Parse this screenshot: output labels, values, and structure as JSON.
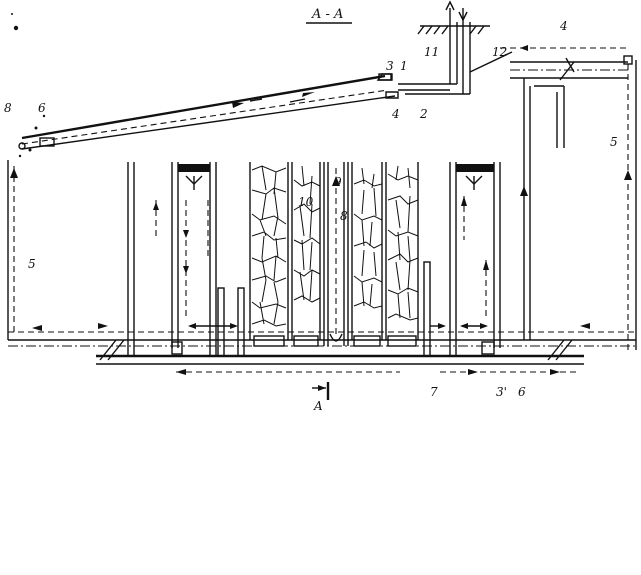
{
  "section_label": "A - A",
  "section_marker": "A",
  "labels": {
    "n1": "1",
    "n2": "2",
    "n3": "3",
    "n4": "4",
    "n11": "11",
    "n12": "12",
    "n4r": "4",
    "n5r": "5",
    "n5l": "5",
    "n6l": "6",
    "n8l": "8",
    "n9": "9",
    "n10": "10",
    "n8c": "8",
    "n7": "7",
    "n3b": "3'",
    "n6b": "6"
  },
  "colors": {
    "ink": "#111111",
    "paper": "#ffffff"
  }
}
